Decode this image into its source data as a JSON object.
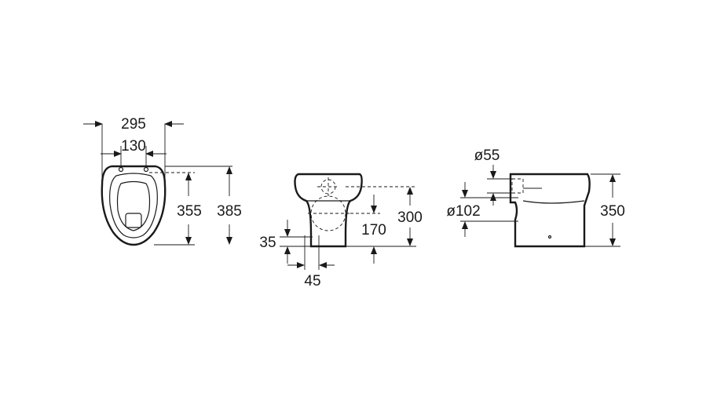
{
  "top_view": {
    "dims": {
      "overall_width": "295",
      "hole_spacing": "130",
      "hole_to_front": "355",
      "overall_length": "385"
    }
  },
  "front_view": {
    "dims": {
      "outlet_offset": "35",
      "outlet_width": "45",
      "outlet_height": "170",
      "overall_height": "300"
    }
  },
  "side_view": {
    "dims": {
      "inlet_diameter": "ø55",
      "outlet_diameter": "ø102",
      "overall_height": "350"
    }
  },
  "colors": {
    "line": "#1a1a1a",
    "background": "#ffffff"
  }
}
